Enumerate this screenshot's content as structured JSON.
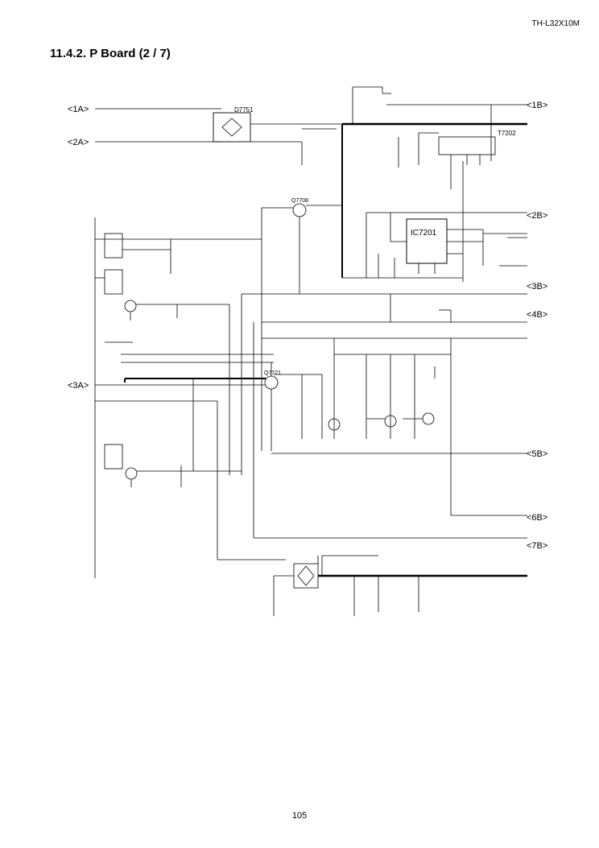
{
  "header": {
    "model": "TH-L32X10M"
  },
  "section": {
    "title": "11.4.2.    P Board (2 / 7)"
  },
  "footer": {
    "page": "105"
  },
  "schematic": {
    "connectors_left": [
      "<1A>",
      "<2A>",
      "<3A>"
    ],
    "connectors_right": [
      "<1B>",
      "<2B>",
      "<3B>",
      "<4B>",
      "<5B>",
      "<6B>",
      "<7B>"
    ],
    "components": [
      "D7751",
      "T7202",
      "Q7708",
      "IC7201",
      "Q7721"
    ]
  }
}
